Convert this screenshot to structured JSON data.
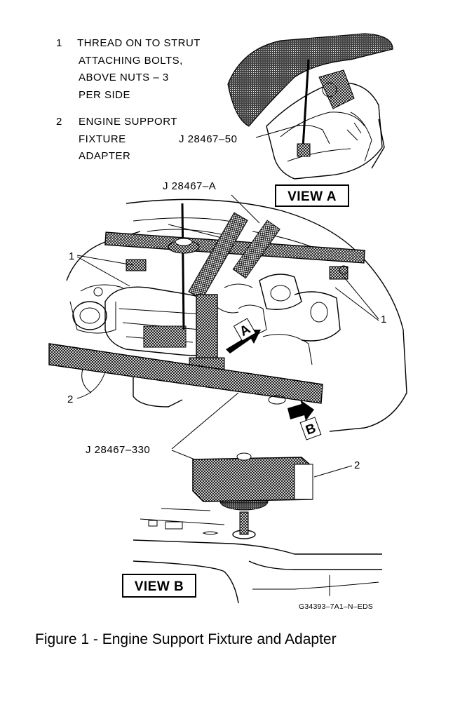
{
  "legend": [
    {
      "number": "1",
      "lines": [
        "THREAD ON TO STRUT",
        "ATTACHING BOLTS,",
        "ABOVE NUTS – 3",
        "PER SIDE"
      ]
    },
    {
      "number": "2",
      "lines": [
        "ENGINE SUPPORT",
        "FIXTURE",
        "ADAPTER"
      ]
    }
  ],
  "labels": {
    "tool_a": "J  28467–A",
    "tool_50": "J  28467–50",
    "tool_330": "J  28467–330",
    "view_a": "VIEW A",
    "view_b": "VIEW B",
    "arrow_a": "A",
    "arrow_b": "B",
    "callout_1_left": "1",
    "callout_1_right": "1",
    "callout_2_left": "2",
    "callout_2_viewb": "2",
    "figure_code": "G34393–7A1–N–EDS"
  },
  "caption": "Figure 1 - Engine Support Fixture and Adapter"
}
